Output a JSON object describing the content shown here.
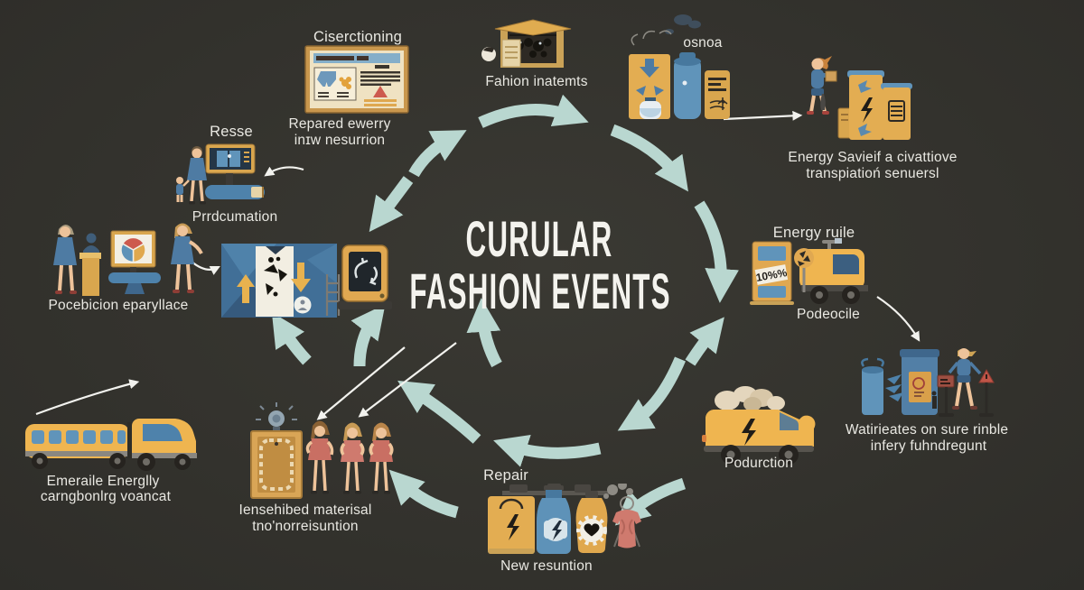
{
  "title": {
    "line1": "CURULAR",
    "line2": "FASHION EVENTS"
  },
  "colors": {
    "background": "#33322d",
    "arrow_teal": "#b9d7d0",
    "thin_arrow_white": "#f2f2ee",
    "gold": "#e0a851",
    "blue": "#5e92b8",
    "dark_navy": "#2d3a4a",
    "cream": "#efe2c2",
    "pink_dress": "#cf7a6e",
    "label_text": "#e9e8e2"
  },
  "nodes": {
    "collection_notice": {
      "icon": "framed-poster",
      "title": "Ciserctioning",
      "caption_line1": "Repared ewerry",
      "caption_line2": "inɪw nesurrion"
    },
    "fashion_items": {
      "icon": "open-box-with-clothes",
      "label": "Fahion inatemts"
    },
    "sorting": {
      "icon": "recycling-bins",
      "label": "osnoa"
    },
    "energy_savings": {
      "icon": "person-with-energy-kiosks",
      "line1": "Energy Savieif a civattiove",
      "line2": "transpiatioń senuersl"
    },
    "resale": {
      "icon": "screen-and-book",
      "title": "Resse",
      "caption": "Prrdcumation"
    },
    "sorting_machine": {
      "icon": "washing-machine-and-tablet"
    },
    "presentation": {
      "icon": "women-at-display",
      "label": "Pocebicion eparyllace"
    },
    "energy_fuel": {
      "icon": "fuel-pump-and-truck",
      "title": "Energy ruile",
      "pump_text": "10%%",
      "caption": "Podeocile"
    },
    "waste_check": {
      "icon": "bins-signs-person",
      "line1": "Watirieates on sure rinble",
      "line2": "infery fuhndregunt"
    },
    "delivery": {
      "icon": "lightning-van",
      "label": "Podurction"
    },
    "repair": {
      "icon": "bins-and-dress",
      "title": "Repair",
      "caption": "New resuntion"
    },
    "materials": {
      "icon": "wardrobe-and-women",
      "line1": "Iensehibed materisal",
      "line2": "tno'norreisuntion"
    },
    "transport": {
      "icon": "bus-and-truck",
      "line1": "Emeraile Energlly",
      "line2": "carngbonlrg voancat"
    }
  }
}
